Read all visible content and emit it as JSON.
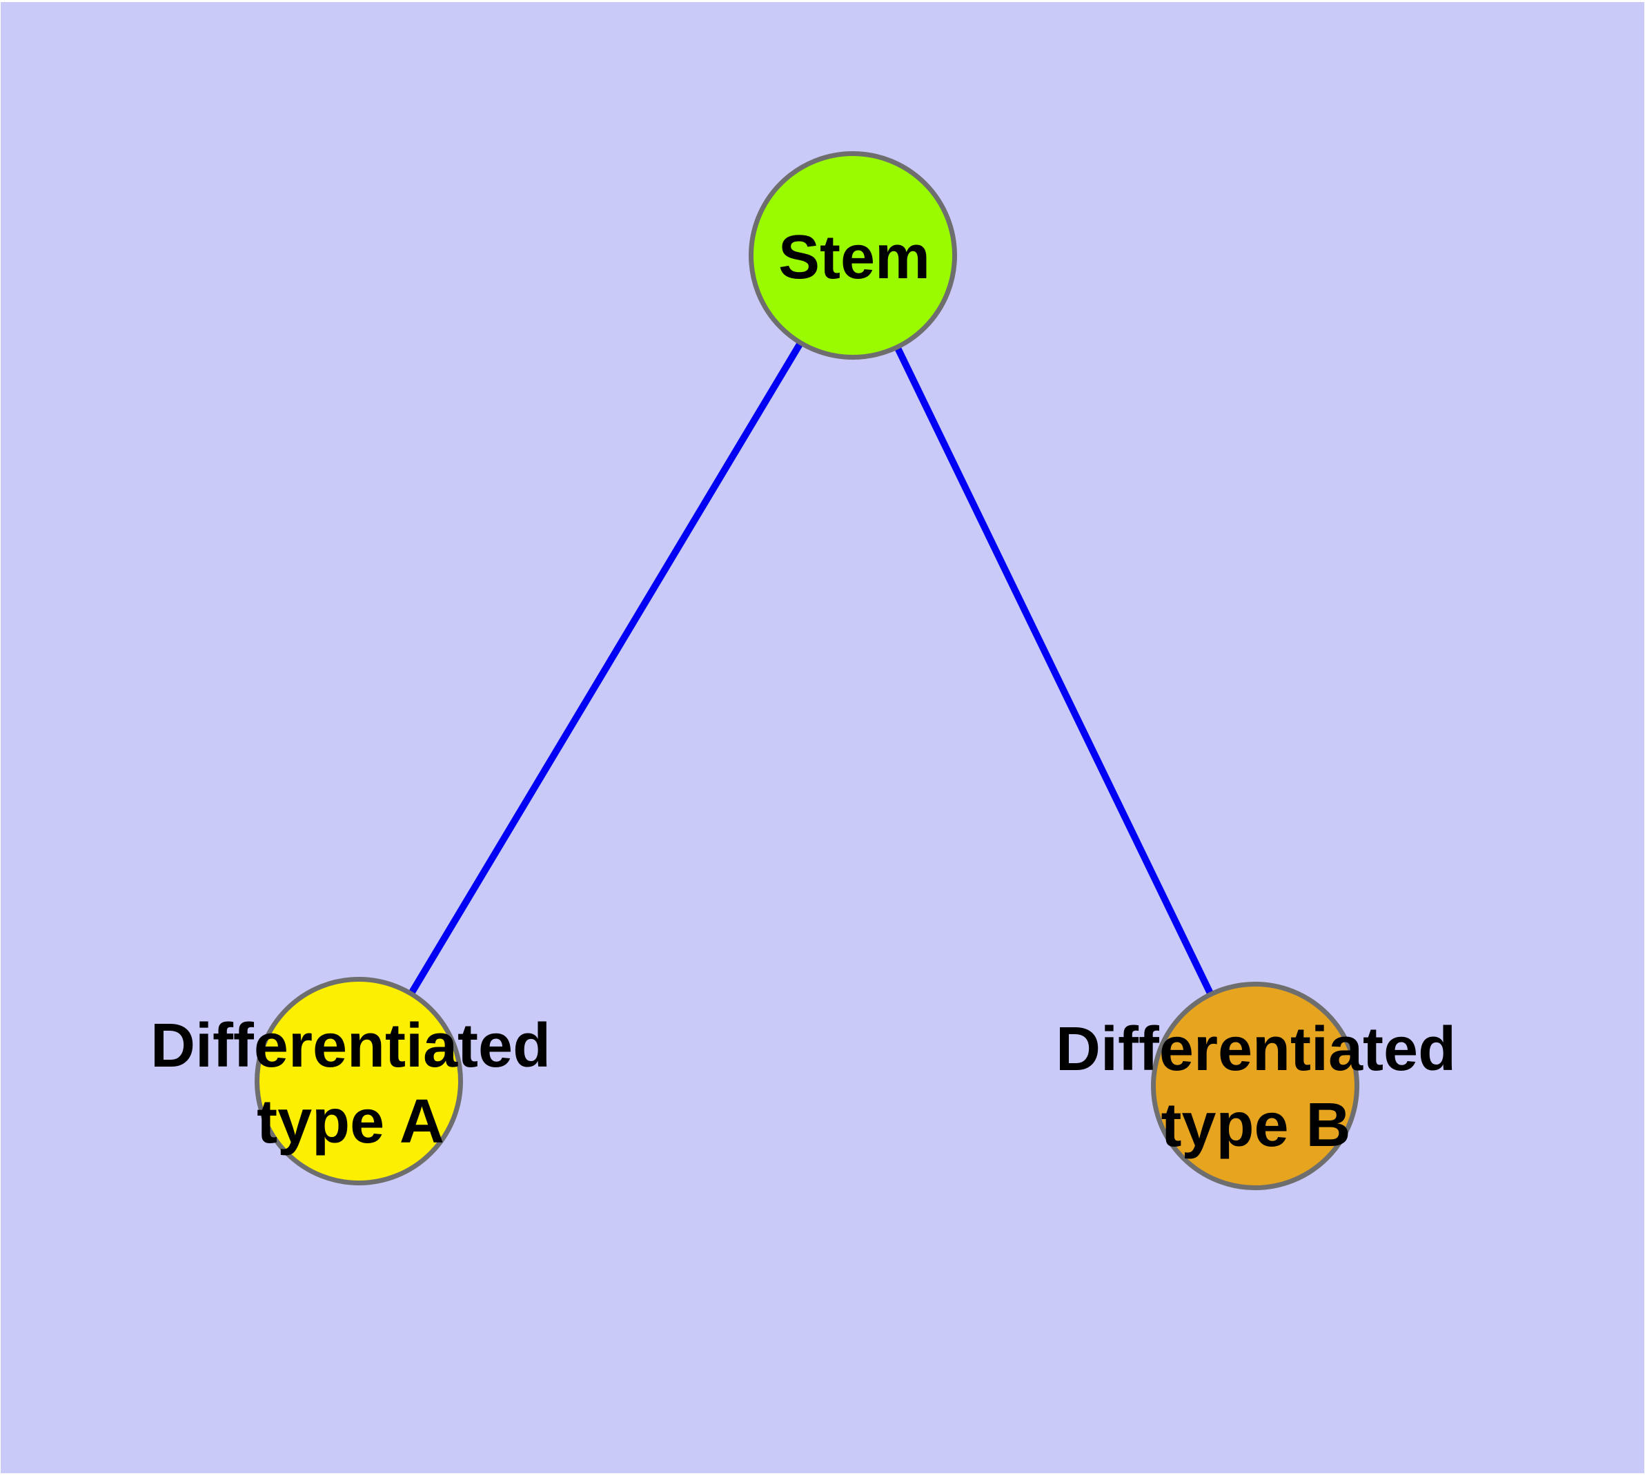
{
  "diagram": {
    "type": "node-link-graph",
    "background_color": "#CACAF8",
    "edge_color": "#0000F5",
    "node_border_color": "#6E6E6E",
    "label_color": "#000000",
    "nodes": [
      {
        "id": "stem",
        "label": "Stem",
        "fill": "#9AFA00"
      },
      {
        "id": "type-a",
        "label": "Differentiated\ntype A",
        "fill": "#FCEF00"
      },
      {
        "id": "type-b",
        "label": "Differentiated\ntype B",
        "fill": "#E6A41F"
      }
    ],
    "edges": [
      {
        "from": "stem",
        "to": "type-a"
      },
      {
        "from": "stem",
        "to": "type-b"
      }
    ]
  }
}
